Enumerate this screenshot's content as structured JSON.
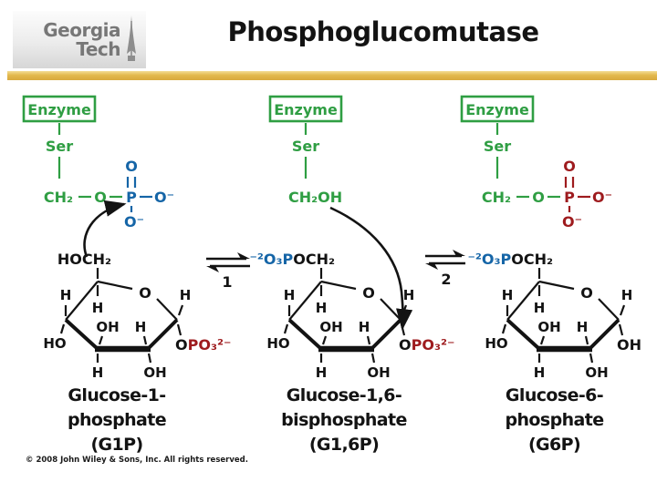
{
  "header": {
    "logo_line1": "Georgia",
    "logo_line2": "Tech",
    "title": "Phosphoglucomutase"
  },
  "colors": {
    "green": "#2F9E43",
    "blue": "#1565A7",
    "dark_red": "#9E1B1E",
    "gold": "#E3B94E",
    "black": "#131313",
    "logo_gray": "#777777"
  },
  "enzyme_left": {
    "box_label": "Enzyme",
    "residue": "Ser",
    "ch2": "CH₂",
    "ester_o": "O",
    "p": "P",
    "o_double": "O",
    "o_right": "O⁻",
    "o_below": "O⁻"
  },
  "enzyme_middle": {
    "box_label": "Enzyme",
    "residue": "Ser",
    "side_chain": "CH₂OH"
  },
  "enzyme_right": {
    "box_label": "Enzyme",
    "residue": "Ser",
    "ch2": "CH₂",
    "ester_o": "O",
    "p": "P",
    "o_double": "O",
    "o_right": "O⁻",
    "o_below": "O⁻"
  },
  "eq_arrows": [
    {
      "label": "1"
    },
    {
      "label": "2"
    }
  ],
  "ring_labels": {
    "h": "H",
    "oh": "OH",
    "ho": "HO",
    "o": "O"
  },
  "sugars": {
    "g1p": {
      "top_blue": "",
      "top_black": "HOCH₂",
      "c1_black": "O",
      "c1_red": "PO₃²⁻",
      "label1": "Glucose-1-",
      "label2": "phosphate",
      "label3": "(G1P)"
    },
    "g16p": {
      "top_blue": "⁻²O₃P",
      "top_black": "OCH₂",
      "c1_black": "O",
      "c1_red": "PO₃²⁻",
      "label1": "Glucose-1,6-",
      "label2": "bisphosphate",
      "label3": "(G1,6P)"
    },
    "g6p": {
      "top_blue": "⁻²O₃P",
      "top_black": "OCH₂",
      "c1_black": "OH",
      "c1_red": "",
      "label1": "Glucose-6-",
      "label2": "phosphate",
      "label3": "(G6P)"
    }
  },
  "footer": {
    "copyright": "© 2008 John Wiley & Sons, Inc. All rights reserved."
  }
}
